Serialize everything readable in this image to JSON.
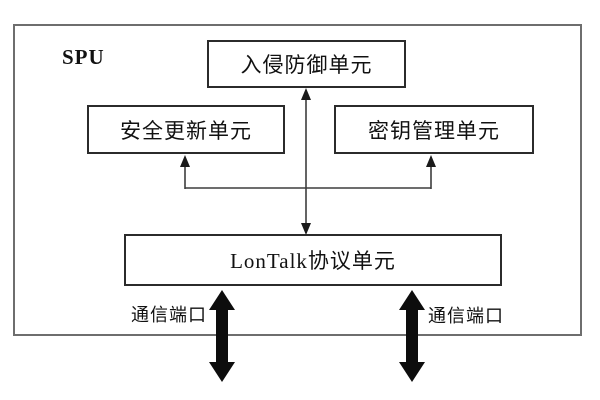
{
  "diagram": {
    "title": "SPU",
    "boxes": {
      "intrusion_prevention": "入侵防御单元",
      "security_update": "安全更新单元",
      "key_management": "密钥管理单元",
      "lontalk_protocol": "LonTalk协议单元"
    },
    "port_labels": {
      "left": "通信端口",
      "right": "通信端口"
    },
    "colors": {
      "background": "#ffffff",
      "outer_border": "#6e6e6e",
      "box_border": "#2b2b2b",
      "connector_line": "#3d3d3d",
      "thick_arrow": "#0d0d0d",
      "text": "#111111"
    }
  }
}
